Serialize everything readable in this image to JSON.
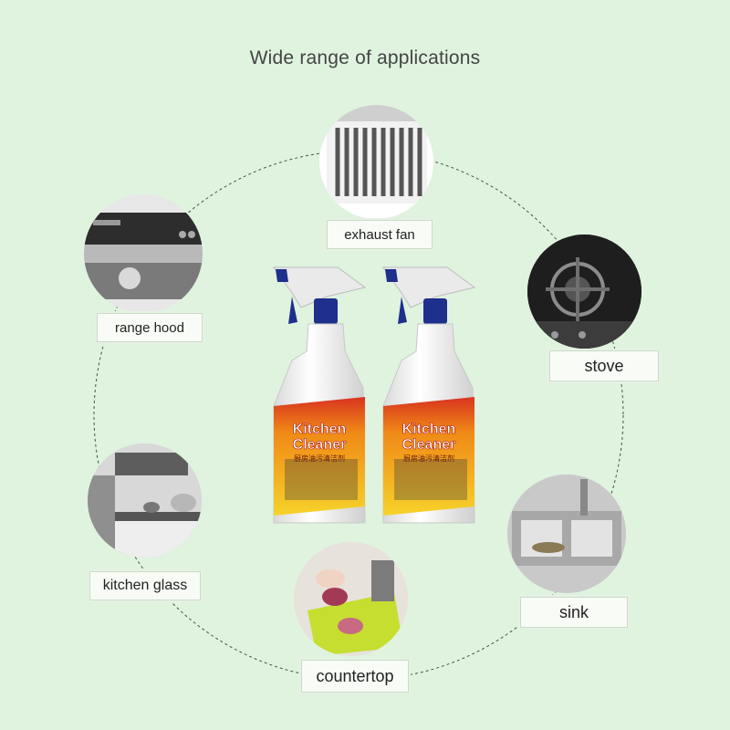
{
  "title": "Wide range of applications",
  "applications": [
    {
      "id": "exhaust-fan",
      "label": "exhaust fan",
      "icon": "exhaust-fan-photo"
    },
    {
      "id": "range-hood",
      "label": "range hood",
      "icon": "range-hood-photo"
    },
    {
      "id": "stove",
      "label": "stove",
      "icon": "stove-photo"
    },
    {
      "id": "kitchen-glass",
      "label": "kitchen glass",
      "icon": "kitchen-photo"
    },
    {
      "id": "sink",
      "label": "sink",
      "icon": "sink-photo"
    },
    {
      "id": "countertop",
      "label": "countertop",
      "icon": "countertop-photo"
    }
  ],
  "product": {
    "name_line1": "Kitchen",
    "name_line2": "Cleaner",
    "subtitle_cn": "厨房油污清洁剂",
    "colors": {
      "cap": "#1f2f8c",
      "body": "#f3f3f3",
      "label_red": "#d8331f",
      "label_orange": "#f08a17",
      "label_yellow": "#f6d22a"
    }
  }
}
